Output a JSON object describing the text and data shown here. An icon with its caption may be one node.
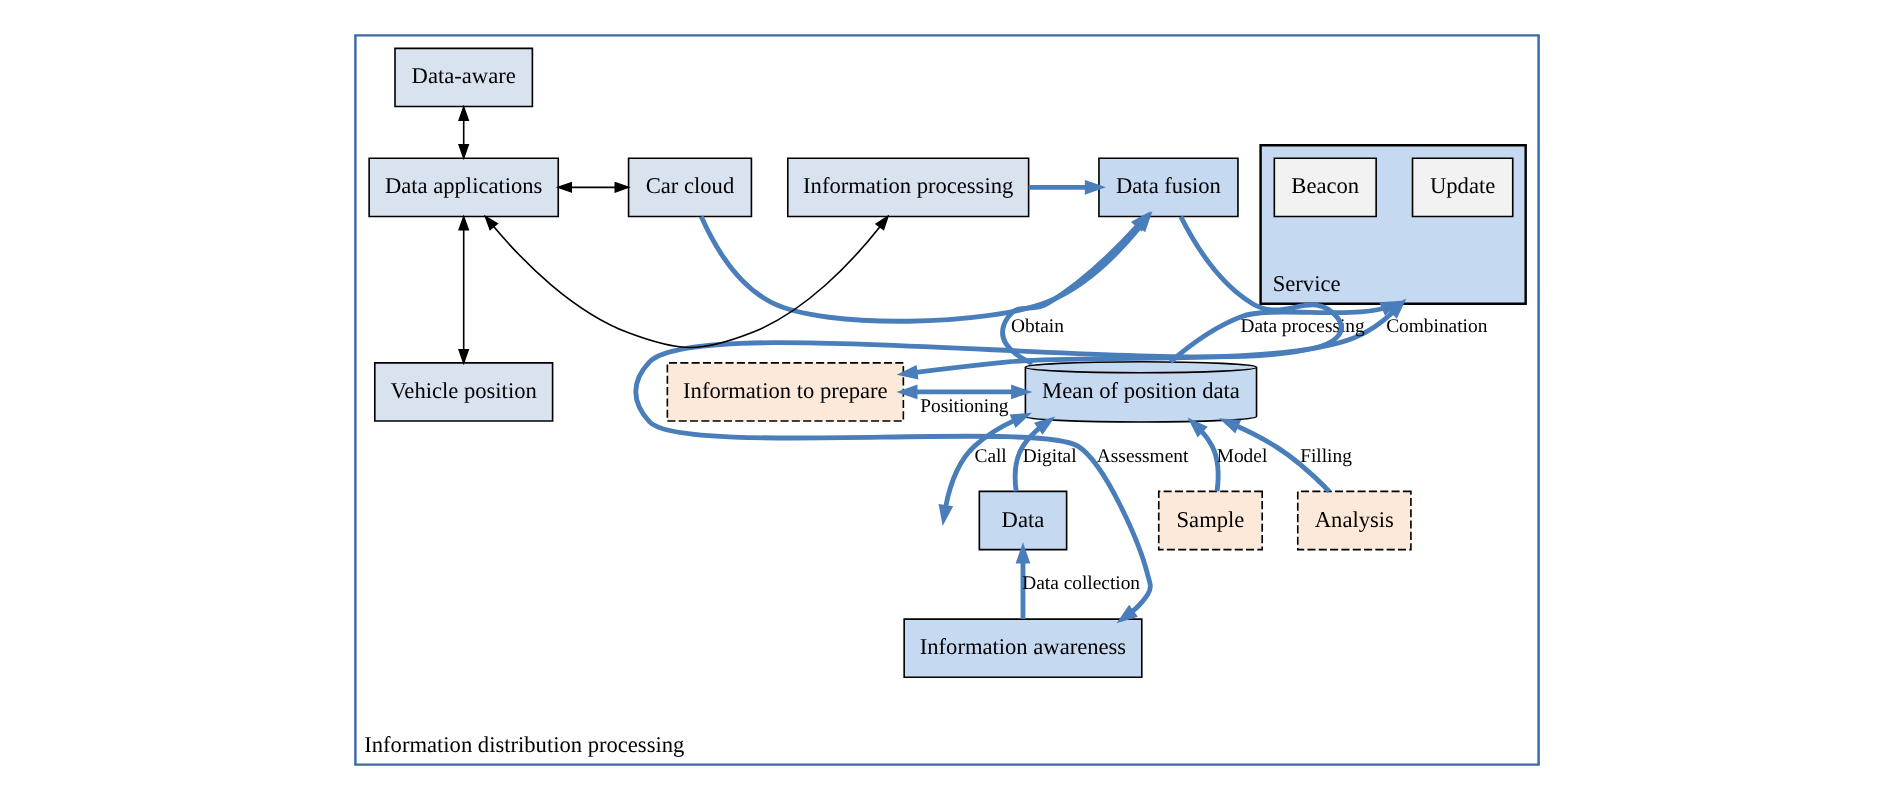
{
  "diagram": {
    "nodes": [
      {
        "text": [
          "Information distribution processing"
        ]
      },
      {
        "text": [
          "Information to prepare"
        ],
        "in": 0
      },
      {
        "text": [
          "Service"
        ],
        "in": 0
      },
      {
        "text": [
          "Update"
        ],
        "in": 2
      },
      {
        "text": [
          "Beacon"
        ],
        "in": 2
      },
      {
        "text": [
          "Mean of position data"
        ],
        "in": 0
      },
      {
        "text": [
          "Data"
        ],
        "in": 0
      },
      {
        "text": [
          "Analysis"
        ],
        "in": 0
      },
      {
        "text": [
          "Sample"
        ],
        "in": 0
      },
      {
        "text": [
          "Information awareness"
        ],
        "in": 0
      },
      {
        "text": [
          "Data fusion"
        ],
        "in": 0
      },
      {
        "text": [
          "Car cloud"
        ],
        "in": 0
      },
      {
        "text": [
          "Information processing"
        ],
        "in": 0
      },
      {
        "text": [
          "Vehicle position"
        ],
        "in": 0
      },
      {
        "text": [
          "Data applications"
        ],
        "in": 0
      },
      {
        "text": [
          "Data-aware"
        ],
        "in": 0
      }
    ],
    "edges": [
      {
        "from": 1,
        "to": 2,
        "arrow": "both",
        "label": "Combination"
      },
      {
        "from": 1,
        "to": 5,
        "arrow": "both",
        "label": "Positioning"
      },
      {
        "from": 5,
        "to": 2,
        "arrow": "to",
        "label": "Data processing"
      },
      {
        "from": null,
        "to": 5,
        "arrow": "both",
        "label": "Call"
      },
      {
        "from": 5,
        "to": 10,
        "arrow": "to"
      },
      {
        "from": 6,
        "to": 5,
        "arrow": "to",
        "label": "Digital"
      },
      {
        "from": 7,
        "to": 5,
        "arrow": "to",
        "label": "Filling"
      },
      {
        "from": 8,
        "to": 5,
        "arrow": "to",
        "label": "Model"
      },
      {
        "from": 9,
        "to": 6,
        "arrow": "to",
        "label": "Data collection"
      },
      {
        "from": 10,
        "to": 9,
        "arrow": "to",
        "label": "Assessment"
      },
      {
        "from": 11,
        "to": 10,
        "arrow": "to",
        "label": "Obtain"
      },
      {
        "from": 12,
        "to": 10,
        "arrow": "to"
      },
      {
        "from": 14,
        "to": 11,
        "arrow": "both",
        "color": "#000000"
      },
      {
        "from": 14,
        "to": 12,
        "arrow": "both",
        "color": "#000000"
      },
      {
        "from": 13,
        "to": 14,
        "arrow": "both",
        "color": "#000000"
      },
      {
        "from": 14,
        "to": 15,
        "arrow": "both",
        "color": "#000000"
      }
    ]
  }
}
